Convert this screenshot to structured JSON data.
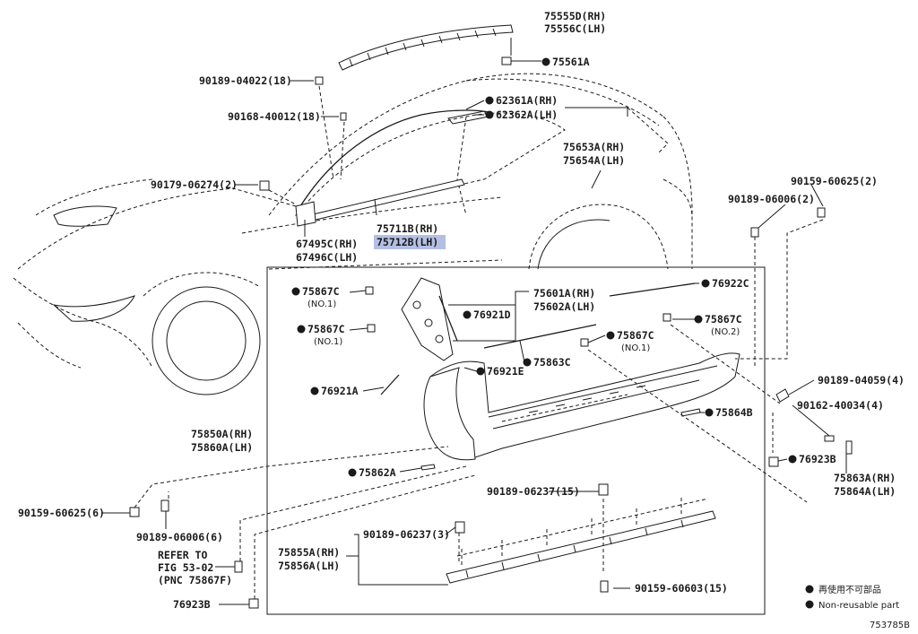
{
  "highlight_color": "#b4bfe3",
  "labels": {
    "p75555d": "75555D(RH)",
    "p75556c": "75556C(LH)",
    "p75561a": "75561A",
    "p90189_04022": "90189-04022(18)",
    "p90168_40012": "90168-40012(18)",
    "p62361a": "62361A(RH)",
    "p62362a": "62362A(LH)",
    "p75653a": "75653A(RH)",
    "p75654a": "75654A(LH)",
    "p90179_06274": "90179-06274(2)",
    "p90159_60625_2": "90159-60625(2)",
    "p90189_06006_2": "90189-06006(2)",
    "p75711b": "75711B(RH)",
    "p75712b": "75712B(LH)",
    "p67495c": "67495C(RH)",
    "p67496c": "67496C(LH)",
    "p75867c_a": "75867C",
    "no1_a": "(NO.1)",
    "p75867c_b": "75867C",
    "no1_b": "(NO.1)",
    "p75601a": "75601A(RH)",
    "p75602a": "75602A(LH)",
    "p76921d": "76921D",
    "p76922c": "76922C",
    "p75867c_c": "75867C",
    "no2": "(NO.2)",
    "p75867c_d": "75867C",
    "no1_d": "(NO.1)",
    "p75863c": "75863C",
    "p76921e": "76921E",
    "p76921a": "76921A",
    "p90189_04059": "90189-04059(4)",
    "p90162_40034": "90162-40034(4)",
    "p75864b": "75864B",
    "p75850a": "75850A(RH)",
    "p75860a": "75860A(LH)",
    "p76923b_r": "76923B",
    "p75863a": "75863A(RH)",
    "p75864a": "75864A(LH)",
    "p75862a": "75862A",
    "p90189_06237_15": "90189-06237(15)",
    "p90159_60625_6": "90159-60625(6)",
    "p90189_06006_6": "90189-06006(6)",
    "refer1": "REFER TO",
    "refer2": "FIG 53-02",
    "refer3": "(PNC 75867F)",
    "p90189_06237_3": "90189-06237(3)",
    "p75855a": "75855A(RH)",
    "p75856a": "75856A(LH)",
    "p90159_60603": "90159-60603(15)",
    "p76923b_l": "76923B"
  },
  "legend": {
    "jp": "再使用不可部品",
    "en": "Non-reusable part"
  },
  "figure_id": "753785B"
}
